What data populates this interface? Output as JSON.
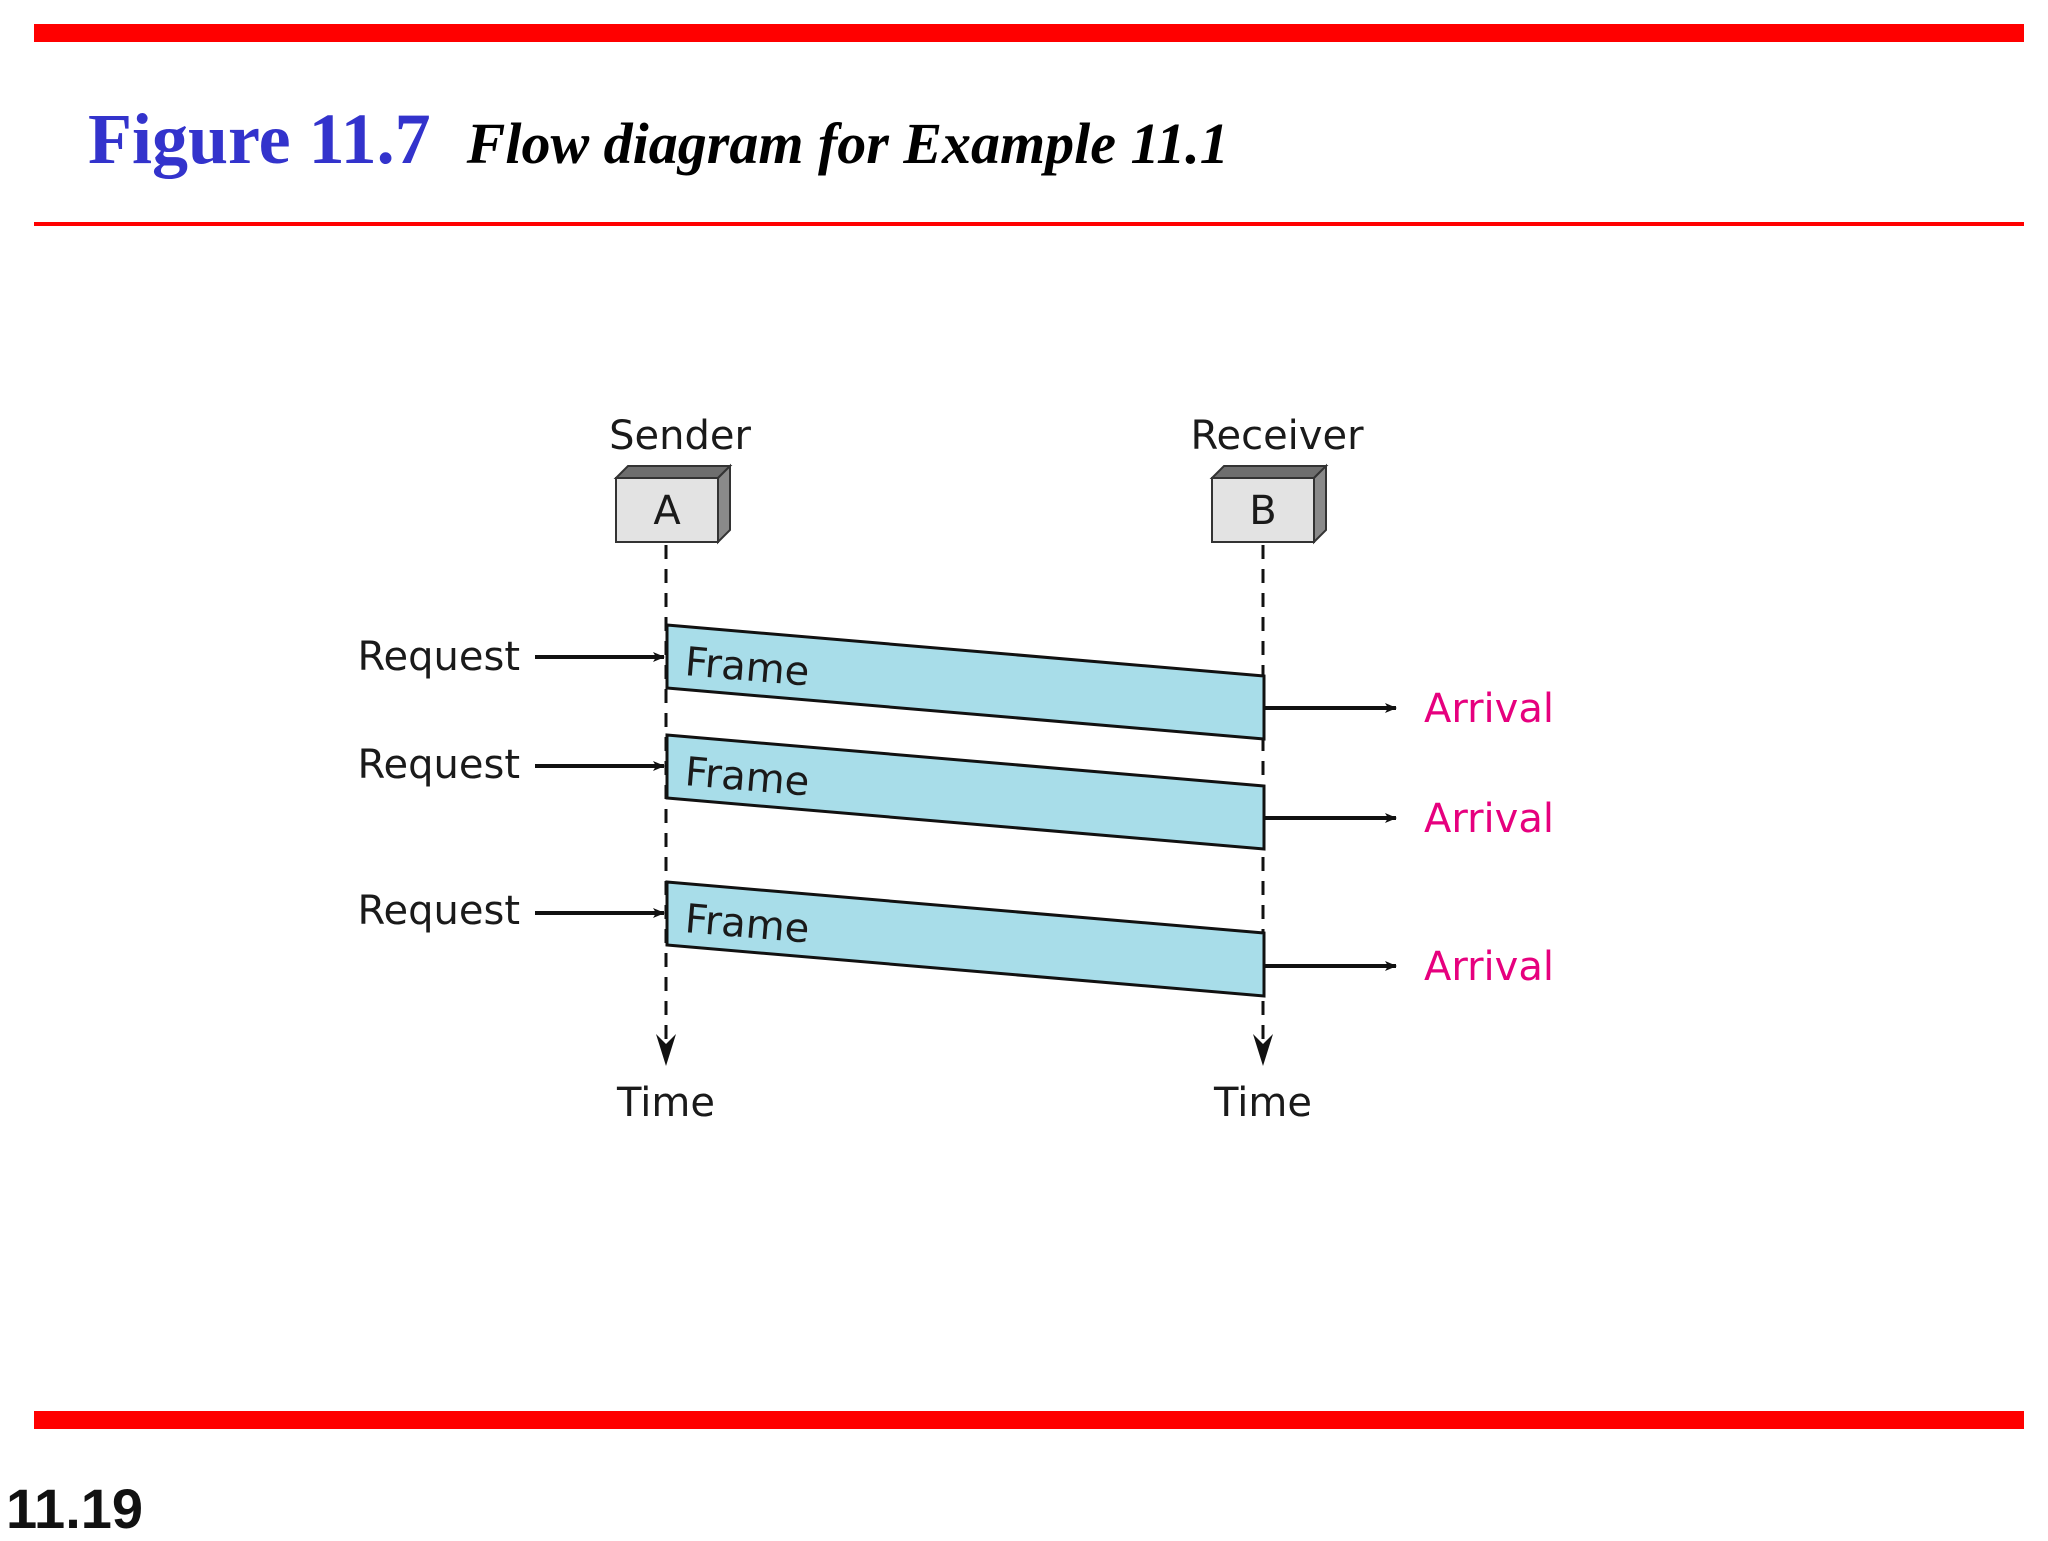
{
  "title": {
    "figure_label": "Figure 11.7",
    "caption": "Flow diagram for Example 11.1"
  },
  "slide_number": "11.19",
  "colors": {
    "rule": "#ff0000",
    "figure_label": "#3333cc",
    "frame_fill": "#a8dde9",
    "arrival_text": "#e6007e"
  },
  "diagram": {
    "sender": {
      "role": "Sender",
      "node": "A",
      "time_label": "Time"
    },
    "receiver": {
      "role": "Receiver",
      "node": "B",
      "time_label": "Time"
    },
    "exchanges": [
      {
        "request": "Request",
        "frame": "Frame",
        "arrival": "Arrival"
      },
      {
        "request": "Request",
        "frame": "Frame",
        "arrival": "Arrival"
      },
      {
        "request": "Request",
        "frame": "Frame",
        "arrival": "Arrival"
      }
    ]
  }
}
